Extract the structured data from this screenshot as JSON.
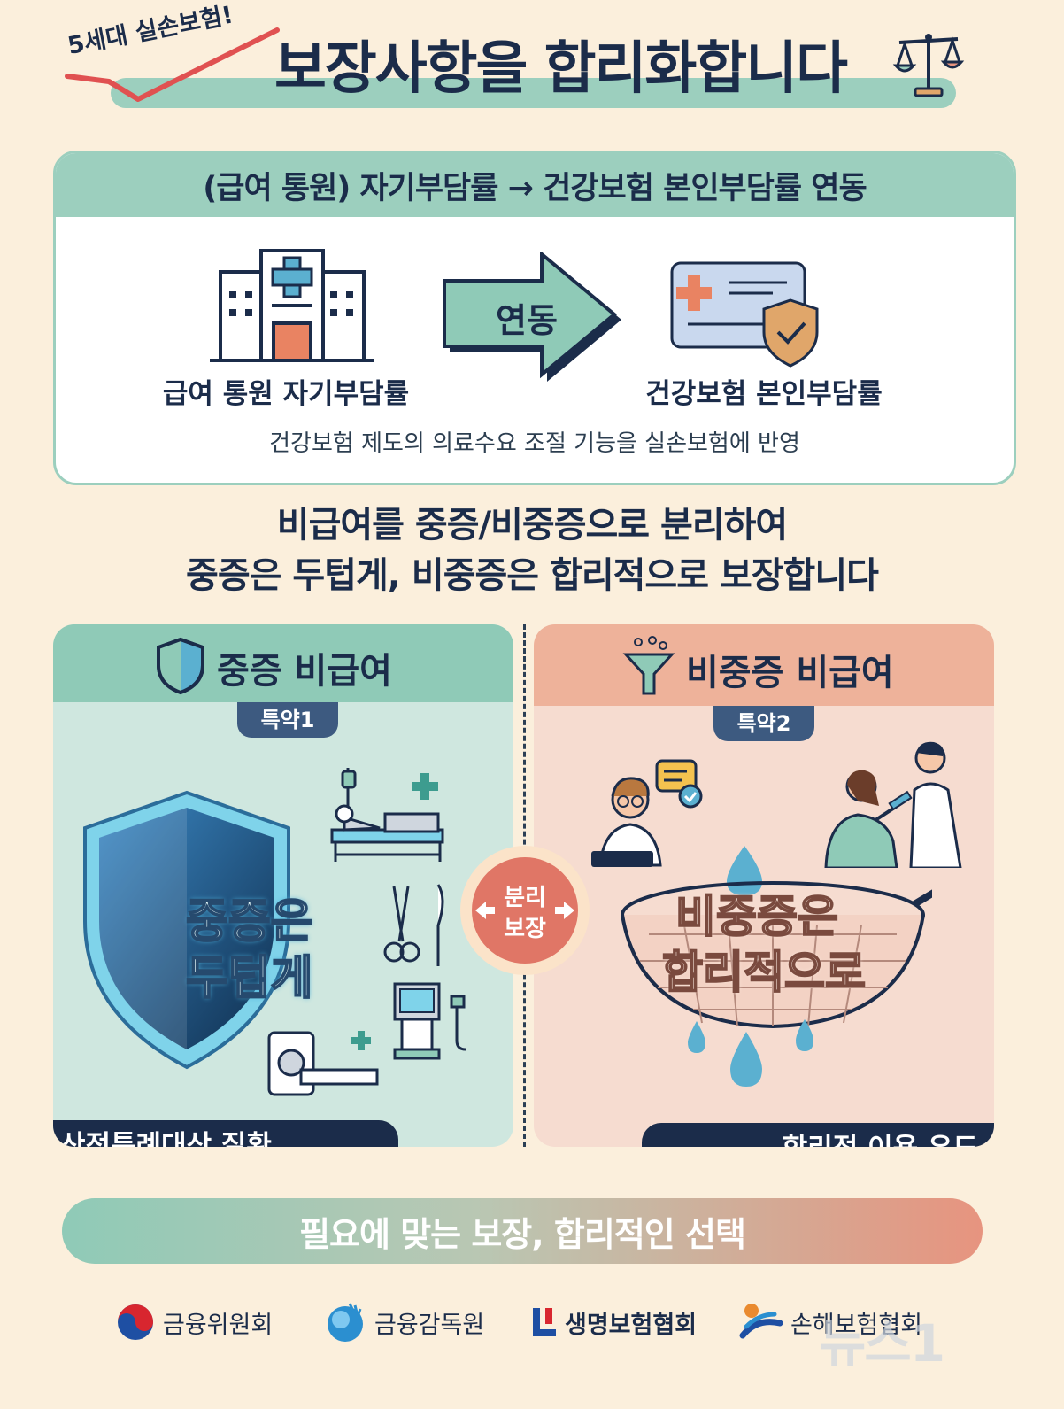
{
  "header": {
    "subtitle": "5세대 실손보험!",
    "title": "보장사항을 합리화합니다"
  },
  "top_section": {
    "heading": "(급여 통원) 자기부담률 → 건강보험 본인부담률 연동",
    "left_caption": "급여 통원 자기부담률",
    "arrow_label": "연동",
    "right_caption": "건강보험 본인부담률",
    "note": "건강보험 제도의 의료수요 조절 기능을 실손보험에 반영"
  },
  "statement": {
    "line1": "비급여를 중증/비중증으로 분리하여",
    "line2": "중증은 두텁게, 비중증은 합리적으로 보장합니다"
  },
  "left_panel": {
    "title": "중증 비급여",
    "tag": "특약1",
    "shield_text_line1": "중증은",
    "shield_text_line2": "두텁게",
    "footer": "산정특례대상 질환"
  },
  "center_badge": {
    "line1": "분리",
    "line2": "보장"
  },
  "right_panel": {
    "title": "비중증 비급여",
    "tag": "특약2",
    "sieve_text_line1": "비중증은",
    "sieve_text_line2": "합리적으로",
    "footer": "합리적 이용 유도"
  },
  "banner": "필요에 맞는 보장, 합리적인 선택",
  "logos": [
    {
      "name": "금융위원회",
      "icon": "taegeuk-icon"
    },
    {
      "name": "금융감독원",
      "icon": "fss-globe-icon"
    },
    {
      "name": "생명보험협회",
      "icon": "klia-icon"
    },
    {
      "name": "손해보험협회",
      "icon": "knia-icon"
    }
  ],
  "watermark": "뉴스1",
  "colors": {
    "background": "#fbefdc",
    "mint": "#8fcab7",
    "salmon": "#eeb29a",
    "navy": "#1b2c4a",
    "badge_red": "#e07666"
  }
}
